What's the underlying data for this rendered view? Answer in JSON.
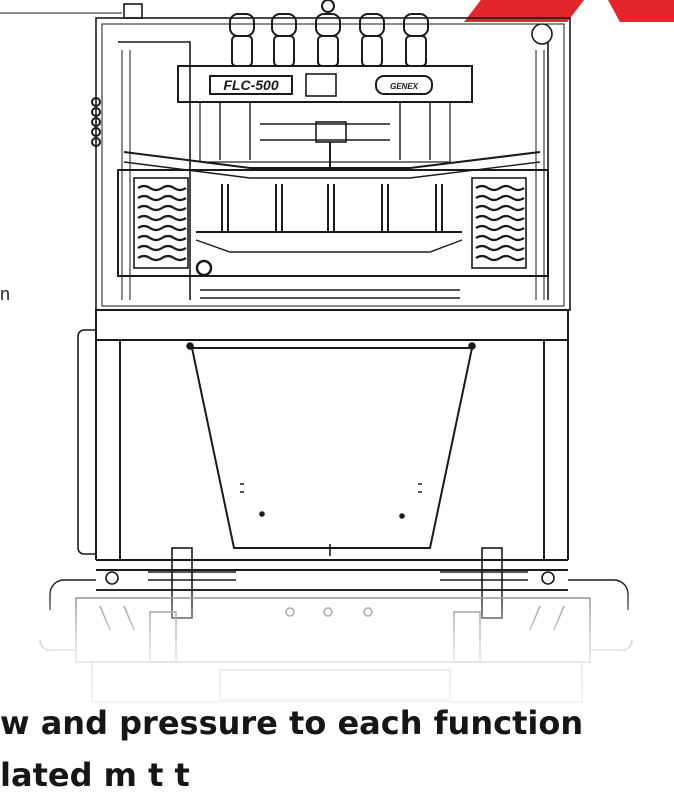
{
  "machine": {
    "model_plate": "FLC-500",
    "brand_badge": "GENEX"
  },
  "fragment_text": "n",
  "captions": {
    "line1": "w and pressure to each function",
    "line2": "lated m        t   t"
  },
  "colors": {
    "accent_red": "#e3262b",
    "drawing_line": "#1a1a1a"
  }
}
